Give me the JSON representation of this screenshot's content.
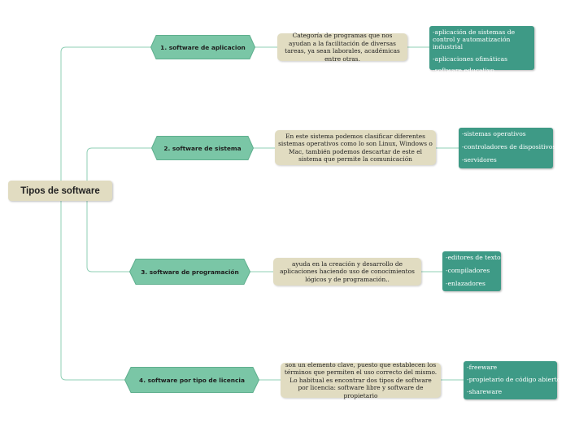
{
  "root": {
    "label": "Tipos de software"
  },
  "branches": [
    {
      "label": "1. software de aplicacion",
      "description": "Categoría de programas que nos ayudan a la facilitación de diversas tareas, ya sean laborales, académicas entre otras.",
      "items": [
        "-aplicación de sistemas de control y automatización industrial",
        "-aplicaciones ofimáticas",
        "-software educativo"
      ]
    },
    {
      "label": "2. software de sistema",
      "description": "En este sistema podemos clasificar diferentes sistemas operativos como lo son Linux, Windows o Mac, también podemos descartar de este el sistema que permite la comunicación",
      "items": [
        "-sistemas operativos",
        "-controladores de dispositivos",
        "-servidores"
      ]
    },
    {
      "label": "3. software de programación",
      "description": "ayuda en la creación y desarrollo de aplicaciones haciendo uso de conocimientos lógicos y de programación..",
      "items": [
        "-editores de texto",
        "-compiladores",
        "-enlazadores"
      ]
    },
    {
      "label": "4. software por tipo de licencia",
      "description": "son un elemento clave, puesto que establecen los términos que permiten el uso correcto del mismo. Lo habitual es encontrar dos tipos de software por licencia: software libre y software de propietario",
      "items": [
        "-freeware",
        "-propietario de código abierto",
        "-shareware"
      ]
    }
  ],
  "colors": {
    "category_fill": "#7ac6a6",
    "category_stroke": "#5faf8e",
    "description_fill": "#e1dcc1",
    "list_fill": "#3e9a86",
    "connector": "#7ac6a6"
  }
}
